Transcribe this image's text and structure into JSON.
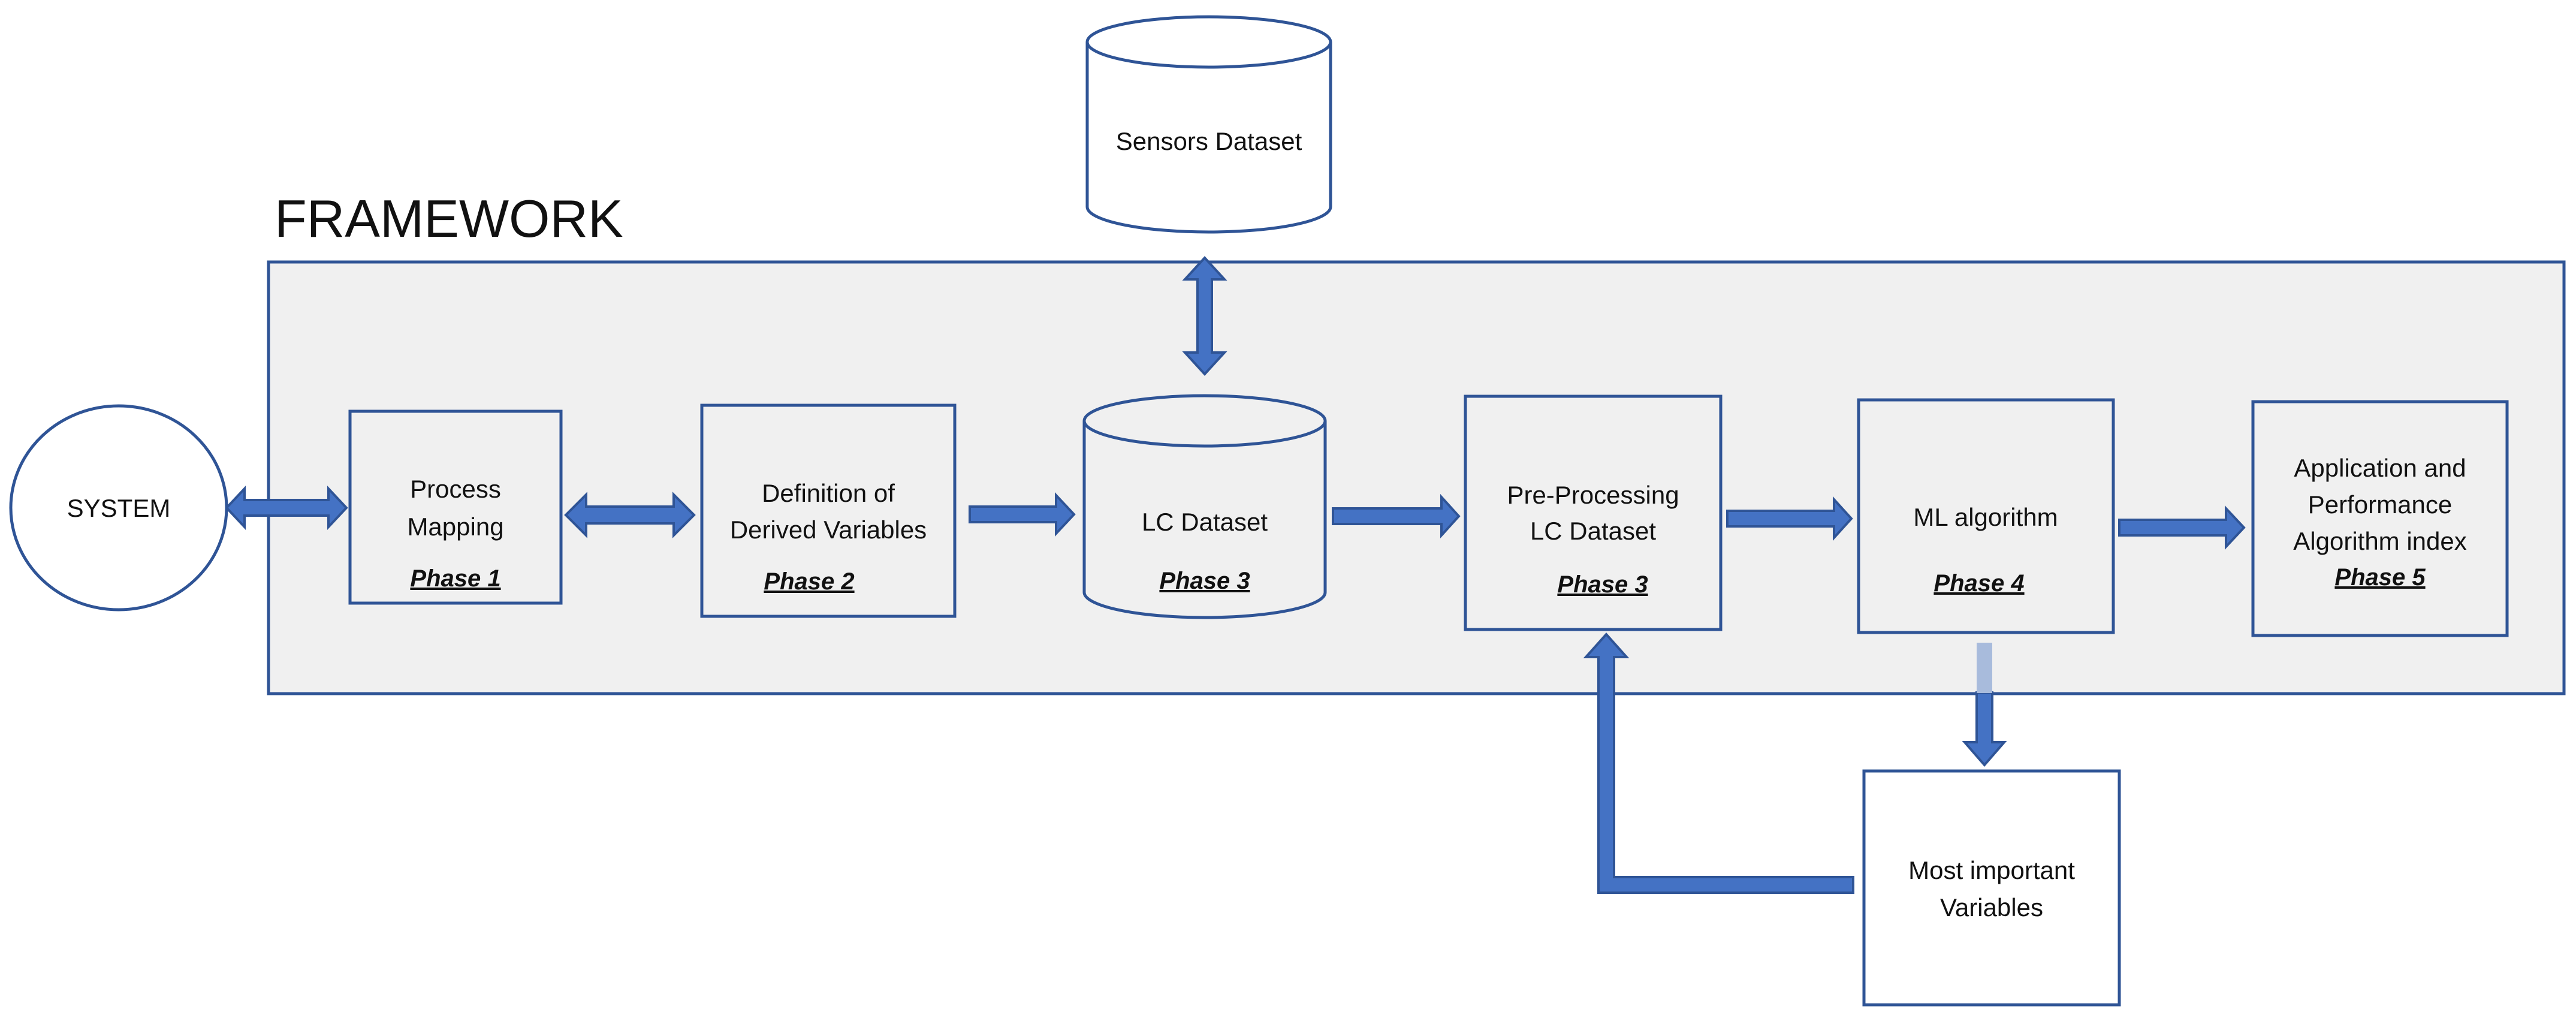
{
  "title": "FRAMEWORK",
  "colors": {
    "frame_fill": "#f0f0f0",
    "box_stroke": "#2f5496",
    "arrow_fill": "#4472c4",
    "arrow_stroke": "#2f5496",
    "arrow_faded": "#a8bbdc"
  },
  "system": {
    "label": "SYSTEM"
  },
  "sensors_dataset": {
    "label": "Sensors Dataset"
  },
  "process_mapping": {
    "line1": "Process",
    "line2": "Mapping",
    "phase": "Phase 1"
  },
  "derived_variables": {
    "line1": "Definition of",
    "line2": "Derived  Variables",
    "phase": "Phase 2"
  },
  "lc_dataset": {
    "label": "LC Dataset",
    "phase": "Phase 3"
  },
  "preprocessing": {
    "line1": "Pre-Processing",
    "line2": "LC Dataset",
    "phase": "Phase 3"
  },
  "ml_algorithm": {
    "label": "ML algorithm",
    "phase": "Phase 4"
  },
  "application": {
    "line1": "Application and",
    "line2": "Performance",
    "line3": "Algorithm index",
    "phase": "Phase 5"
  },
  "important_variables": {
    "line1": "Most important",
    "line2": "Variables"
  }
}
